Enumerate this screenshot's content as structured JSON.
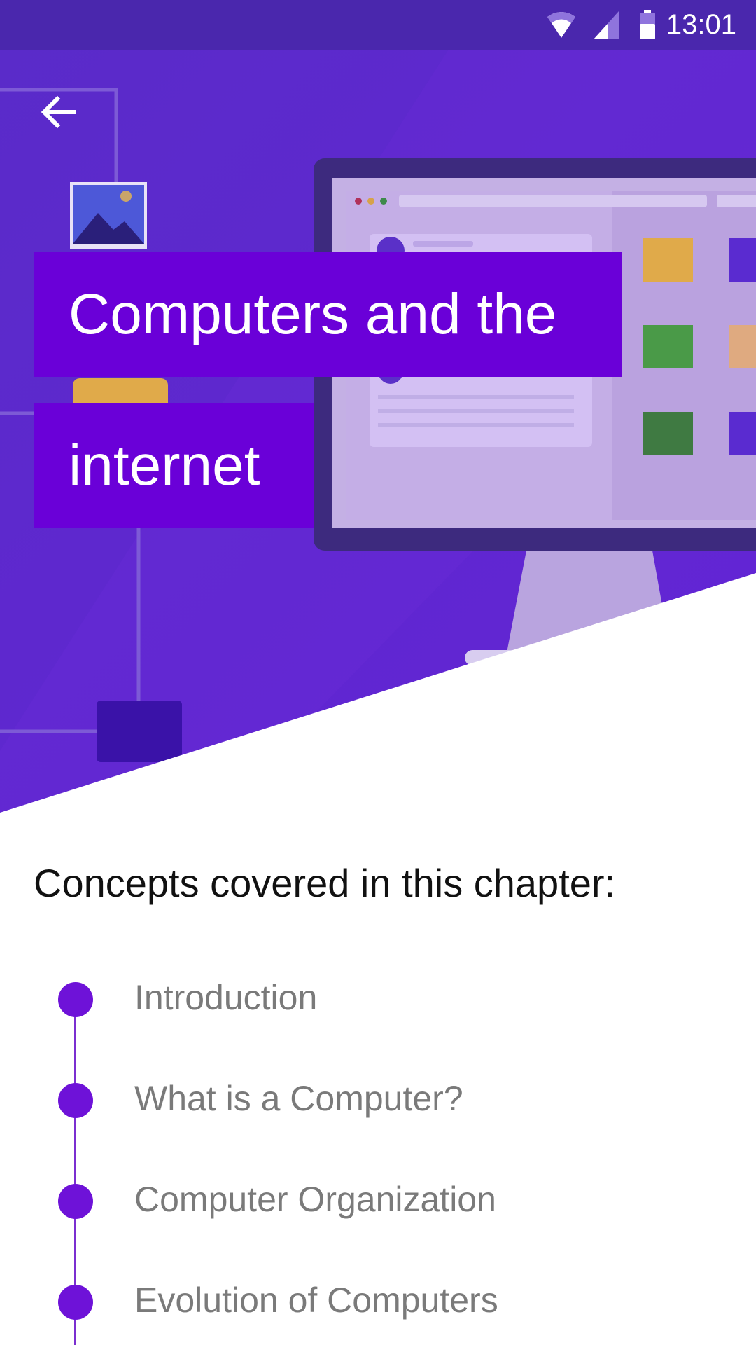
{
  "status_bar": {
    "time": "13:01",
    "icons": [
      "wifi-icon",
      "cell-signal-icon",
      "battery-icon"
    ]
  },
  "header": {
    "back_icon": "arrow-left-icon",
    "title_line_1": "Computers and the",
    "title_line_2": "internet"
  },
  "concepts": {
    "heading": "Concepts covered in this chapter:",
    "items": [
      {
        "label": "Introduction"
      },
      {
        "label": "What is a Computer?"
      },
      {
        "label": "Computer Organization"
      },
      {
        "label": "Evolution of Computers"
      }
    ]
  },
  "colors": {
    "status_bar": "#4a27ad",
    "hero_background": "#5c28cf",
    "title_block": "#6a00d8",
    "accent": "#6e12d8",
    "concept_text": "#7a7a7a"
  }
}
